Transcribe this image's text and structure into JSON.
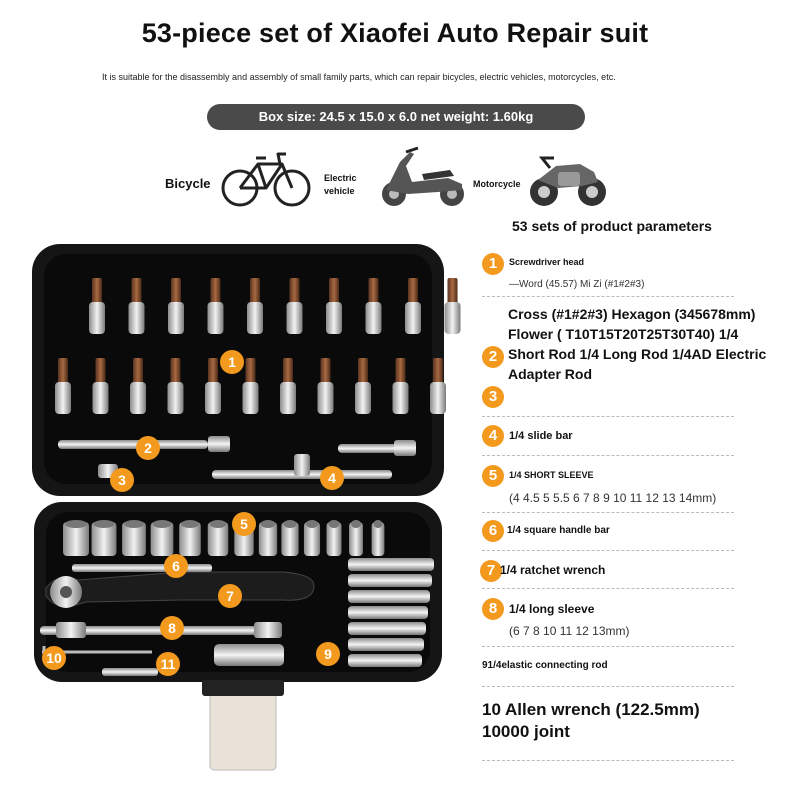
{
  "title": "53-piece set of Xiaofei Auto Repair suit",
  "subtitle": "It is suitable for the disassembly and assembly of small family parts, which can repair bicycles, electric vehicles, motorcycles, etc.",
  "box_size": "Box size: 24.5 x 15.0 x 6.0 net weight: 1.60kg",
  "vehicles": {
    "bicycle": "Bicycle",
    "electric": "Electric vehicle",
    "motorcycle": "Motorcycle"
  },
  "params_title": "53 sets of product parameters",
  "params": {
    "p1_label": "Screwdriver head",
    "p1_sub": "—Word (45.57) Mi Zi (#1#2#3)",
    "p2_text": "Cross (#1#2#3) Hexagon (345678mm) Flower ( T10T15T20T25T30T40) 1/4 Short Rod 1/4 Long Rod 1/4AD Electric Adapter Rod",
    "p4_label": "1/4 slide bar",
    "p5_label": "1/4 SHORT SLEEVE",
    "p5_sub": "(4 4.5 5 5.5 6 7 8 9 10 11 12 13 14mm)",
    "p6_label": "1/4 square handle bar",
    "p7_label": "1/4 ratchet wrench",
    "p8_label": "1/4 long sleeve",
    "p8_sub": "(6 7 8 10 11 12 13mm)",
    "p9_label": "91/4elastic connecting rod",
    "p10_label": "10 Allen wrench (122.5mm)",
    "p11_label": "10000 joint"
  },
  "numbers": [
    "1",
    "2",
    "3",
    "4",
    "5",
    "6",
    "7",
    "8",
    "9",
    "10",
    "11"
  ],
  "colors": {
    "accent": "#f39a1e",
    "pill": "#4a4a4a",
    "case": "#111111"
  }
}
